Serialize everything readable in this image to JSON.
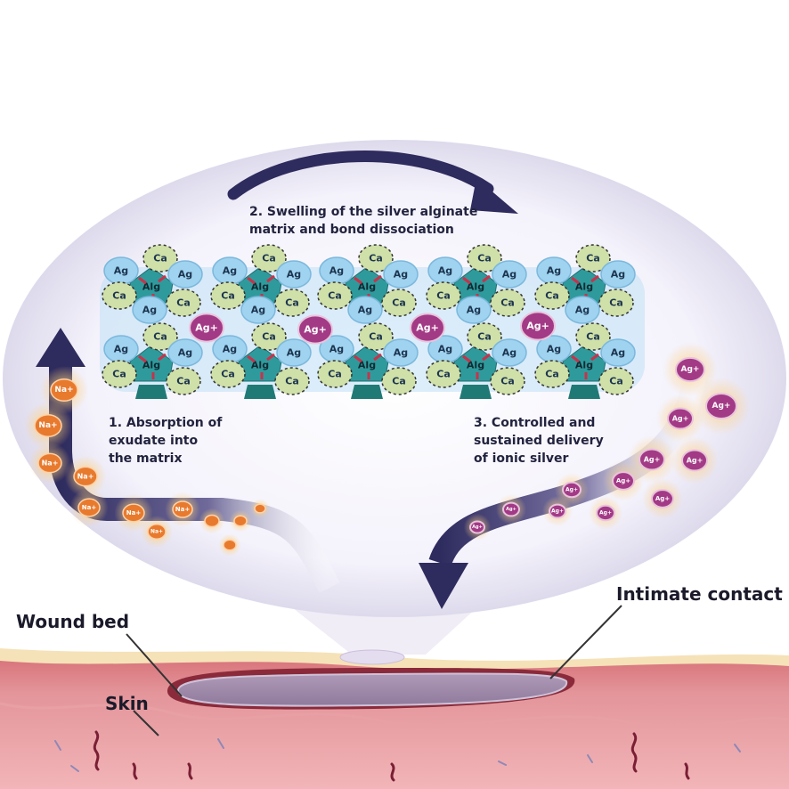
{
  "labels": {
    "step1": "1. Absorption of\nexudate into\nthe matrix",
    "step2": "2. Swelling of the silver alginate\nmatrix and bond dissociation",
    "step3": "3. Controlled and\nsustained delivery\nof ionic silver",
    "wound_bed": "Wound bed",
    "skin": "Skin",
    "intimate_contact": "Intimate contact"
  },
  "molecules": {
    "alginate": "Alg",
    "calcium": "Ca",
    "silver": "Ag",
    "silver_ion": "Ag+",
    "sodium_ion": "Na+"
  },
  "colors": {
    "arrow": "#2e2b5e",
    "silver_bead": "#9fd3f0",
    "calcium_bead": "#cfe0a8",
    "alginate_core": "#2f9a9c",
    "silver_ion": "#a33a86",
    "sodium_ion": "#e87a2e",
    "skin": "#e89aa0",
    "wound": "#8a2a3a",
    "dressing": "#a08aa8"
  },
  "icons": [
    "curved-arrow-icon",
    "molecule-icon"
  ]
}
